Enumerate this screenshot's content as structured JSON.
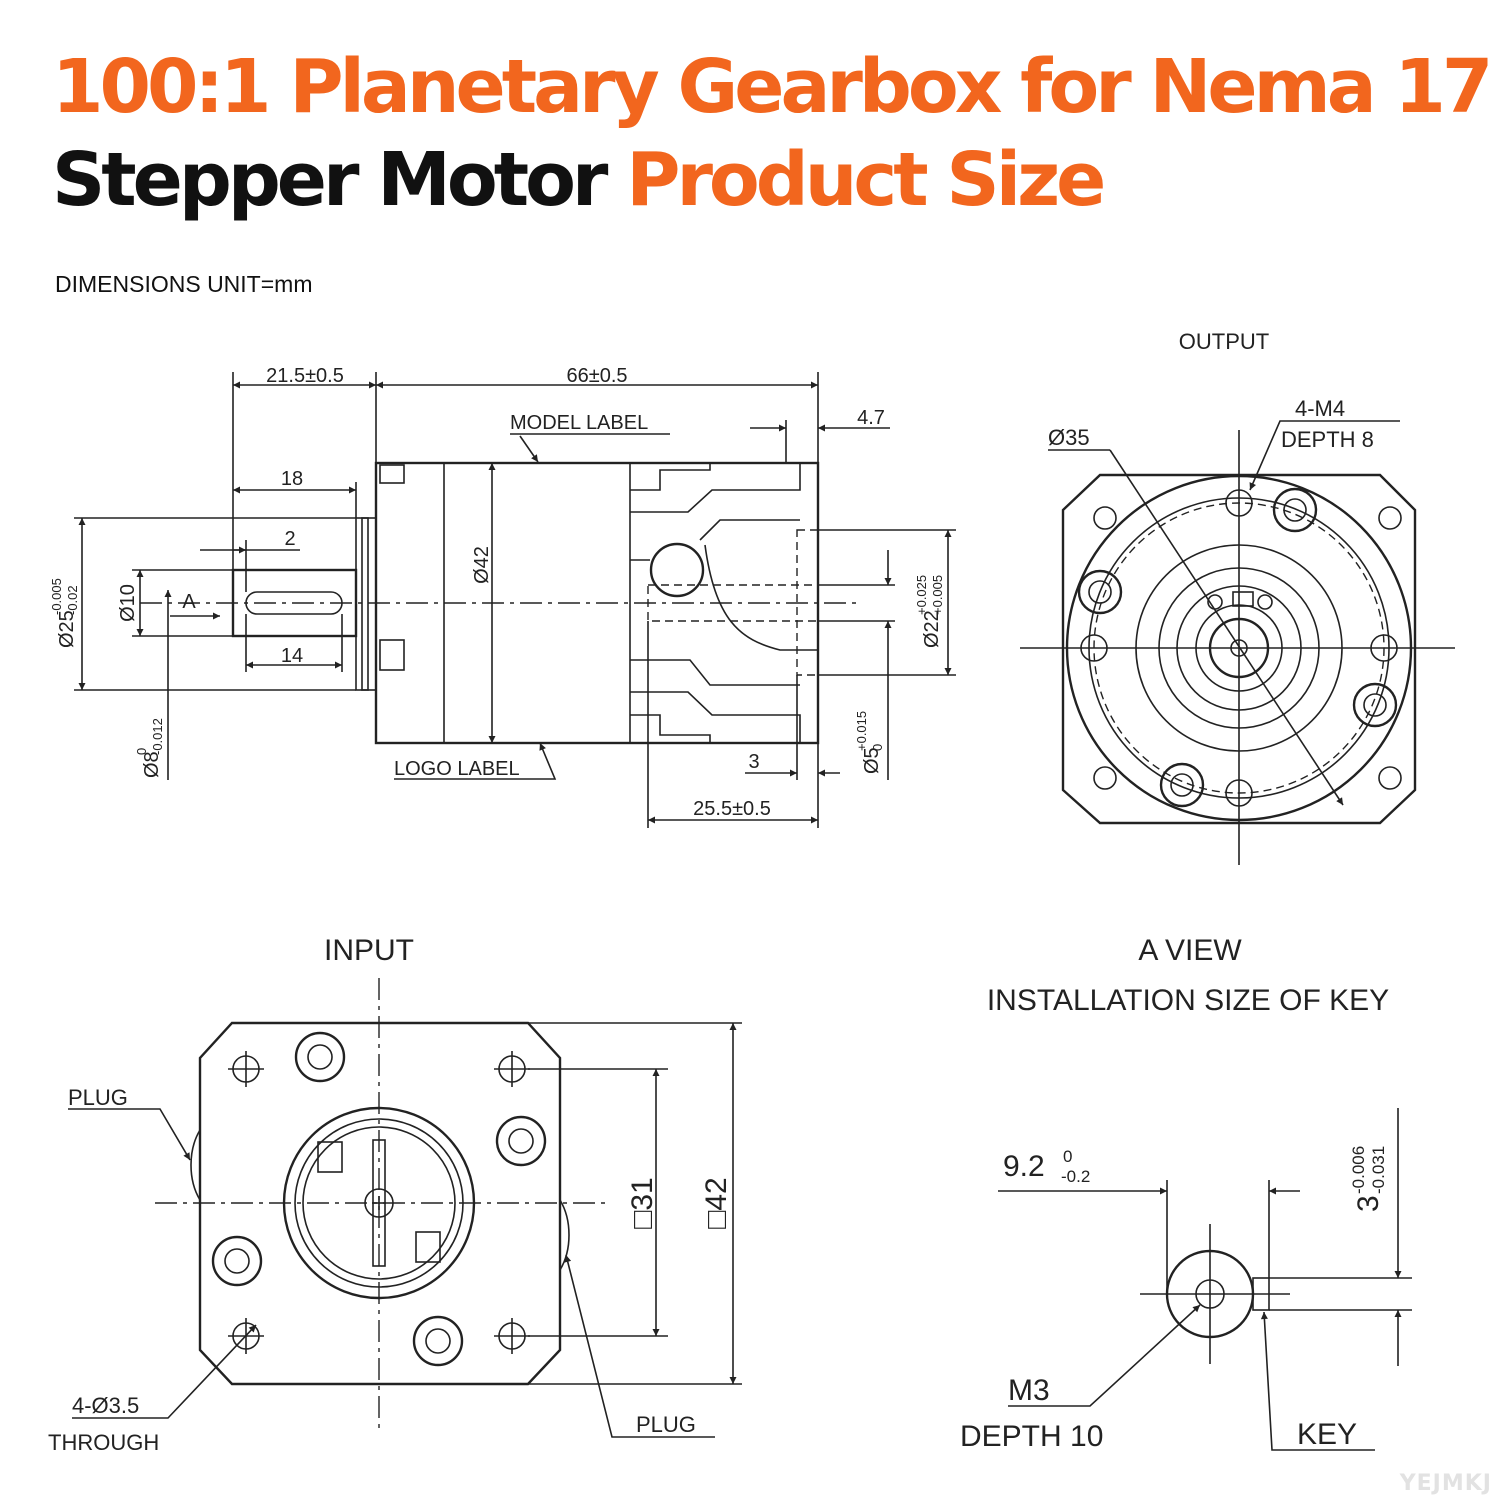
{
  "title": {
    "line1": "100:1 Planetary Gearbox for Nema 17",
    "line2_black": "Stepper Motor",
    "line2_orange": "Product Size"
  },
  "colors": {
    "accent": "#f2661e",
    "text": "#111111",
    "line": "#222222"
  },
  "unit_note": "DIMENSIONS UNIT=mm",
  "side_view": {
    "dims": {
      "d21_5": "21.5±0.5",
      "d66": "66±0.5",
      "d4_7": "4.7",
      "d18": "18",
      "d2": "2",
      "d14": "14",
      "d3": "3",
      "d25_5": "25.5±0.5",
      "dia42": "Ø42",
      "dia10": "Ø10",
      "section_a": "A"
    },
    "tol": {
      "dia25": {
        "base": "Ø25",
        "upper": "-0.005",
        "lower": "-0.02"
      },
      "dia8": {
        "base": "Ø8",
        "upper": "0",
        "lower": "-0.012"
      },
      "dia22": {
        "base": "Ø22",
        "upper": "+0.025",
        "lower": "+0.005"
      },
      "dia5": {
        "base": "Ø5",
        "upper": "+0.015",
        "lower": "0"
      }
    },
    "labels": {
      "model_label": "MODEL LABEL",
      "logo_label": "LOGO LABEL"
    }
  },
  "output_view": {
    "heading": "OUTPUT",
    "dia35": "Ø35",
    "holes_line1": "4-M4",
    "holes_line2": "DEPTH 8"
  },
  "input_view": {
    "heading": "INPUT",
    "plug_left": "PLUG",
    "plug_right": "PLUG",
    "holes_line1": "4-Ø3.5",
    "holes_line2": "THROUGH",
    "sq31": "□31",
    "sq42": "□42"
  },
  "a_view": {
    "heading1": "A VIEW",
    "heading2": "INSTALLATION SIZE OF KEY",
    "dim92": {
      "base": "9.2",
      "upper": "0",
      "lower": "-0.2"
    },
    "dim3": {
      "base": "3",
      "upper": "-0.006",
      "lower": "-0.031"
    },
    "m3_line1": "M3",
    "m3_line2": "DEPTH 10",
    "key": "KEY"
  },
  "watermark": "YEJMKJ"
}
